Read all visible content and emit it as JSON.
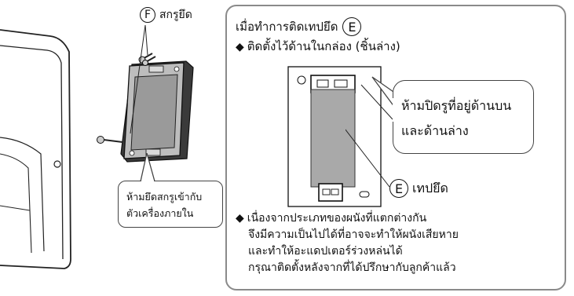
{
  "left": {
    "screw_label": {
      "letter": "F",
      "text": "สกรูยึด"
    },
    "warning": {
      "line1": "ห้ามยึดสกรูเข้ากับ",
      "line2": "ตัวเครื่องภายใน"
    }
  },
  "panel": {
    "title": {
      "text": "เมื่อทำการติดเทปยึด",
      "letter": "E"
    },
    "bullet1": {
      "symbol": "◆",
      "text": "ติดตั้งไว้ด้านในกล่อง (ชิ้นล่าง)"
    },
    "callout": {
      "line1": "ห้ามปิดรูที่อยู่ด้านบน",
      "line2": "และด้านล่าง"
    },
    "tape_label": {
      "letter": "E",
      "text": "เทปยึด"
    },
    "bullet2": {
      "symbol": "◆",
      "lines": [
        "เนื่องจากประเภทของผนังที่แตกต่างกัน",
        "จึงมีความเป็นไปได้ที่อาจจะทำให้ผนังเสียหาย",
        "และทำให้อะแดปเตอร์ร่วงหล่นได้",
        "กรุณาติดตั้งหลังจากที่ได้ปรึกษากับลูกค้าแล้ว"
      ]
    }
  }
}
